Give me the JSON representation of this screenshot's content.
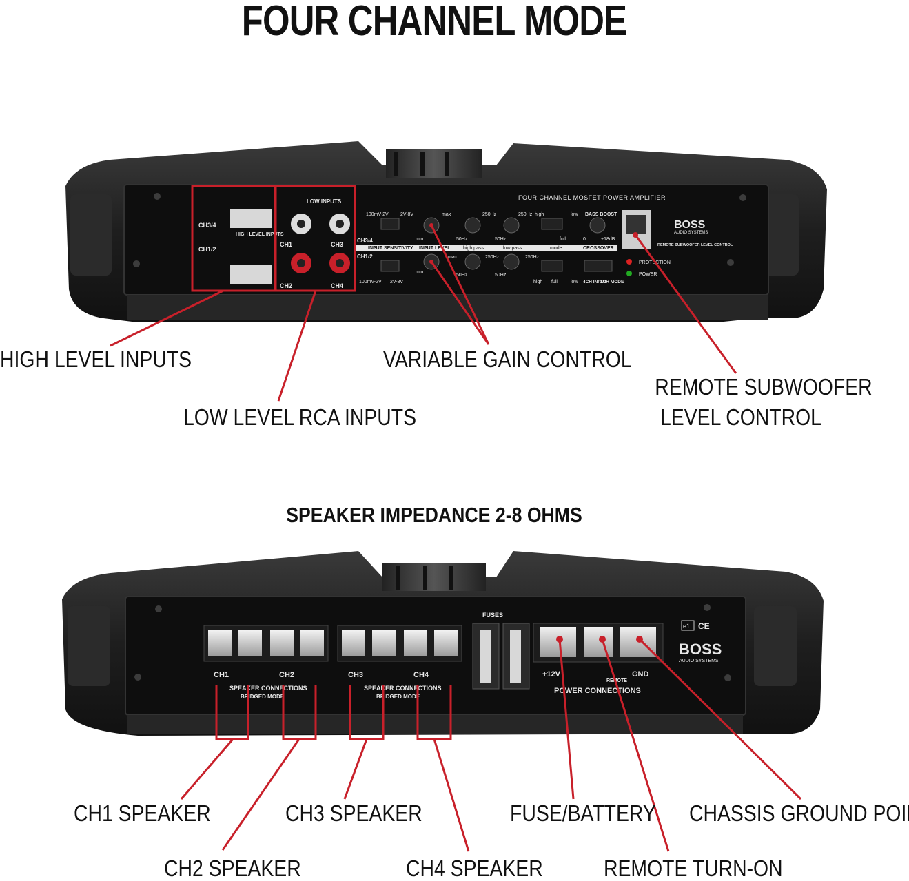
{
  "title": "FOUR CHANNEL MODE",
  "subtitle": "SPEAKER IMPEDANCE 2-8 OHMS",
  "colors": {
    "accent": "#c8202a",
    "body": "#1b1b1b",
    "panel": "#0f0f0f"
  },
  "top_panel": {
    "model_text": "FOUR CHANNEL MOSFET POWER AMPLIFIER",
    "brand": "BOSS",
    "brand_sub": "AUDIO SYSTEMS",
    "high_level_inputs": "HIGH LEVEL INPUTS",
    "low_inputs": "LOW INPUTS",
    "ch34": "CH3/4",
    "ch12": "CH1/2",
    "ch1": "CH1",
    "ch2": "CH2",
    "ch3": "CH3",
    "ch4": "CH4",
    "input_sensitivity": "INPUT SENSITIVITY",
    "input_level": "INPUT LEVEL",
    "high_pass": "high pass",
    "low_pass": "low pass",
    "mode": "mode",
    "crossover": "CROSSOVER",
    "bass_boost": "BASS BOOST",
    "remote_sub": "REMOTE SUBWOOFER LEVEL CONTROL",
    "protection": "PROTECTION",
    "power": "POWER",
    "sens_low": "100mV-2V",
    "sens_high": "2V-8V",
    "min": "min",
    "max": "max",
    "hz50": "50Hz",
    "hz250": "250Hz",
    "high": "high",
    "full": "full",
    "low": "low",
    "boost0": "0",
    "boost18": "+18dB",
    "input4ch": "4CH INPUT",
    "mode2ch": "2CH MODE"
  },
  "bottom_panel": {
    "fuses": "FUSES",
    "ch1": "CH1",
    "ch2": "CH2",
    "ch3": "CH3",
    "ch4": "CH4",
    "speaker_conn": "SPEAKER CONNECTIONS",
    "bridged": "BRIDGED MODE",
    "plus12": "+12V",
    "remote": "REMOTE",
    "gnd": "GND",
    "power_conn": "POWER CONNECTIONS",
    "brand": "BOSS",
    "brand_sub": "AUDIO SYSTEMS",
    "cert_e1": "e1",
    "cert_ce": "CE"
  },
  "callouts": {
    "high_level_inputs": "HIGH LEVEL INPUTS",
    "low_level_rca": "LOW LEVEL RCA INPUTS",
    "variable_gain": "VARIABLE GAIN CONTROL",
    "remote_sub_1": "REMOTE SUBWOOFER",
    "remote_sub_2": "LEVEL CONTROL",
    "ch1_speaker": "CH1 SPEAKER",
    "ch2_speaker": "CH2 SPEAKER",
    "ch3_speaker": "CH3 SPEAKER",
    "ch4_speaker": "CH4 SPEAKER",
    "fuse_battery": "FUSE/BATTERY",
    "remote_turn_on": "REMOTE TURN-ON",
    "chassis_ground": "CHASSIS GROUND POINT"
  }
}
